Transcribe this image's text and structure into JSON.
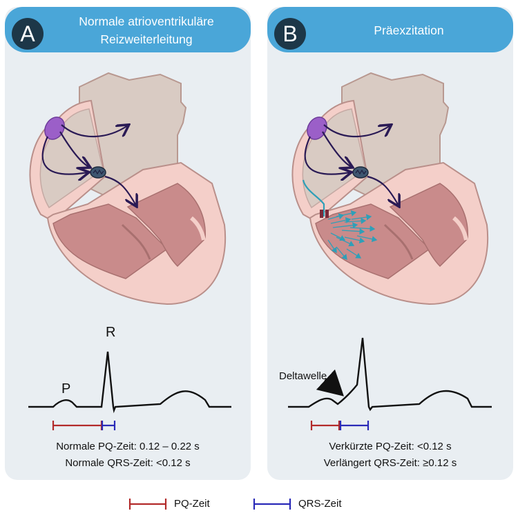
{
  "panel_a": {
    "badge": "A",
    "title_line1": "Normale atrioventrikuläre",
    "title_line2": "Reizweiterleitung",
    "ecg_labels": {
      "p": "P",
      "r": "R"
    },
    "info_line1": "Normale PQ-Zeit: 0.12 – 0.22 s",
    "info_line2": "Normale QRS-Zeit: <0.12 s"
  },
  "panel_b": {
    "badge": "B",
    "title": "Präexzitation",
    "ecg_annotation": "Deltawelle",
    "info_line1": "Verkürzte PQ-Zeit: <0.12 s",
    "info_line2": "Verlängert QRS-Zeit: ≥0.12 s"
  },
  "legend": {
    "pq_label": "PQ-Zeit",
    "qrs_label": "QRS-Zeit"
  },
  "colors": {
    "panel_background": "#e9eef2",
    "header_blue": "#4aa6d8",
    "badge_dark": "#1d3748",
    "pq_interval": "#b22a2a",
    "qrs_interval": "#2a2ab8",
    "conduction_arrow": "#2a1a55",
    "accessory_pathway": "#2f9fb8",
    "sa_node": "#9b5fc8"
  }
}
